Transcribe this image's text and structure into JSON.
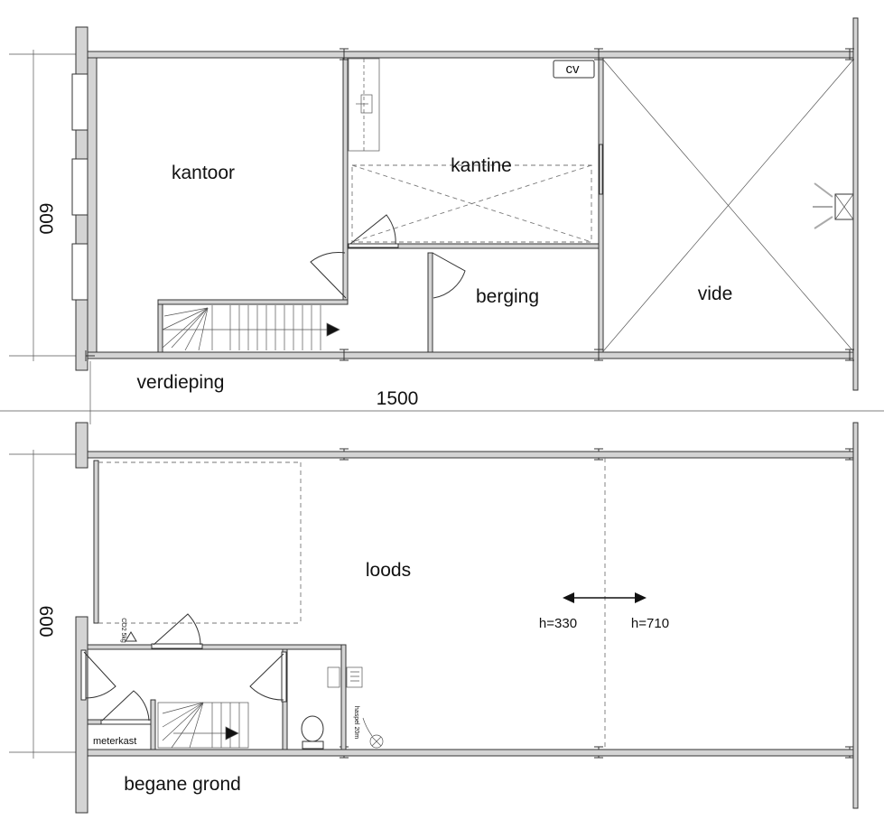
{
  "floors": {
    "upper": {
      "name": "verdieping",
      "dimension": "600",
      "rooms": {
        "office": "kantoor",
        "canteen": "kantine",
        "storage": "berging",
        "void": "vide"
      },
      "cv_label": "cv"
    },
    "ground": {
      "name": "begane grond",
      "dimension": "600",
      "rooms": {
        "warehouse": "loods",
        "meter_cupboard": "meterkast"
      },
      "height_left": "h=330",
      "height_right": "h=710",
      "extinguisher_label": "CO2 5kg",
      "hose_reel_label": "haspel 20m"
    }
  },
  "overall_width": "1500"
}
